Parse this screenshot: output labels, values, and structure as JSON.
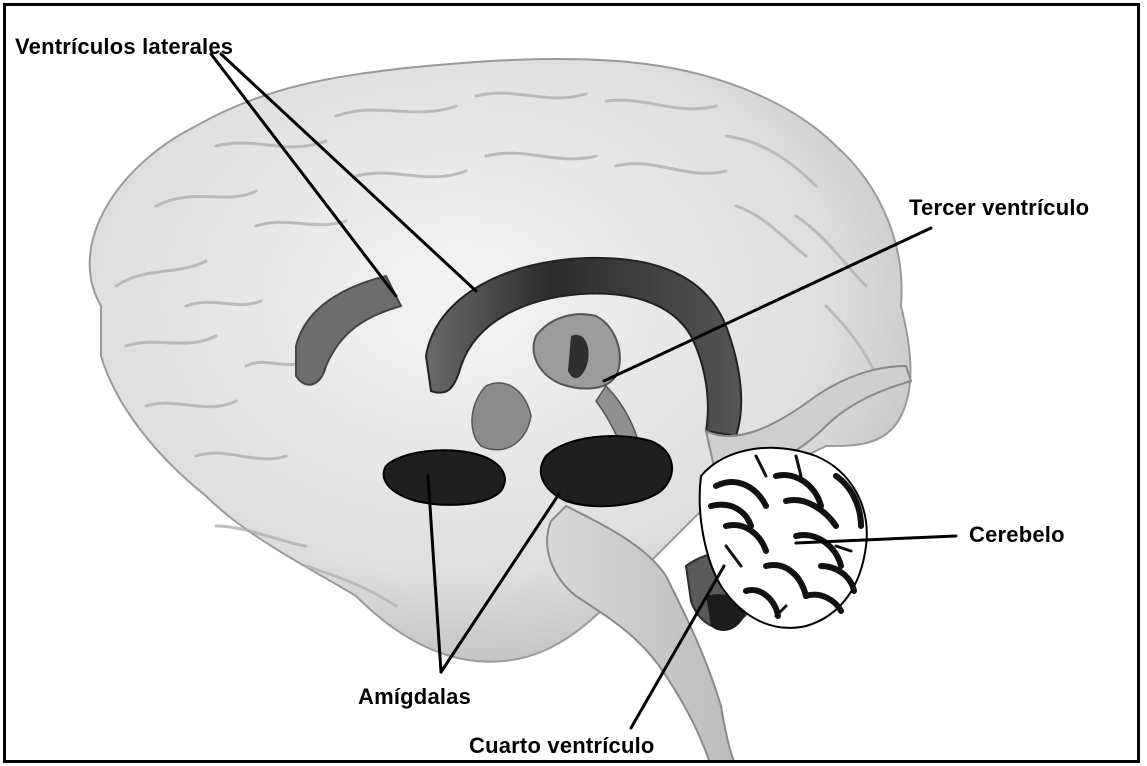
{
  "labels": {
    "lateral_ventricles": "Ventrículos laterales",
    "third_ventricle": "Tercer ventrículo",
    "cerebellum": "Cerebelo",
    "amygdalae": "Amígdalas",
    "fourth_ventricle": "Cuarto ventrículo"
  },
  "colors": {
    "brain_tissue": "#dcdcdc",
    "brain_shadow": "#a9a9a9",
    "ventricle": "#3a3a3a",
    "ventricle_light": "#9a9a9a",
    "amygdala": "#1e1e1e",
    "border": "#000000"
  }
}
